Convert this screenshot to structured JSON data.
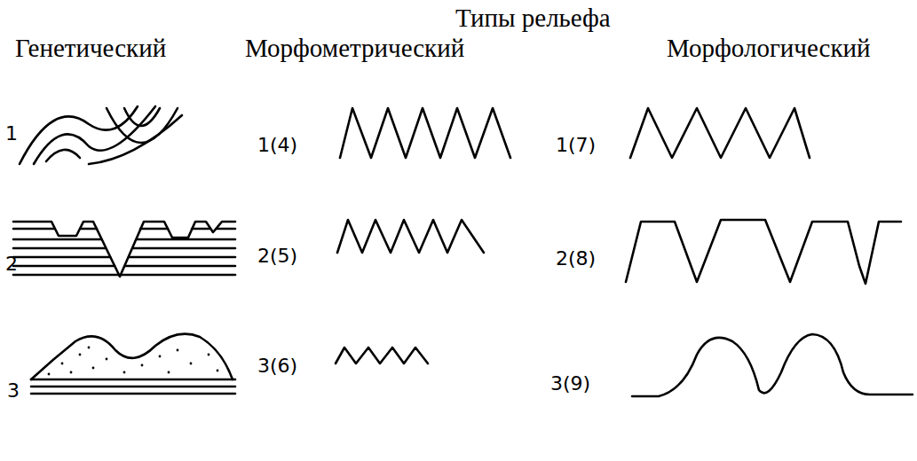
{
  "diagram": {
    "title": "Типы рельефа",
    "labels": [
      "Генетический",
      "Морфометрический",
      "Морфологический",
      "1",
      "2",
      "3",
      "1(4)",
      "2(5)",
      "3(6)",
      "1(7)",
      "2(8)",
      "3(9)"
    ]
  }
}
